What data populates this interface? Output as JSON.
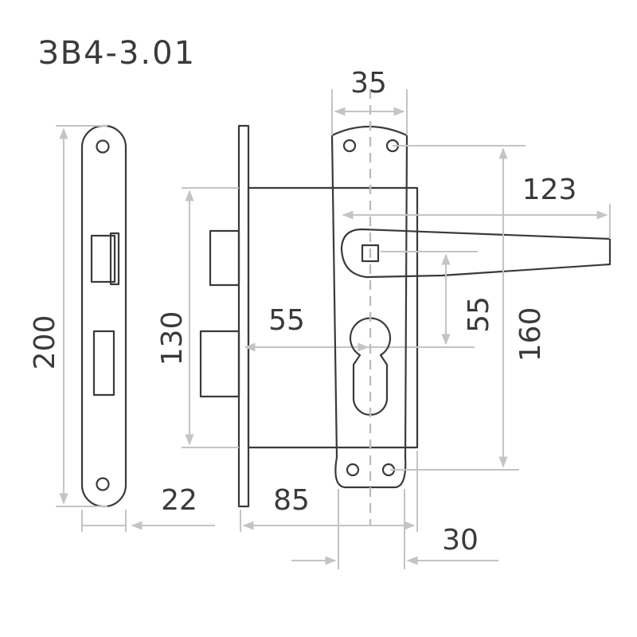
{
  "title": "ЗВ4-3.01",
  "dimensions": {
    "faceplate_height": "200",
    "faceplate_width": "22",
    "case_height": "130",
    "backset": "55",
    "case_depth": "85",
    "plate_width": "35",
    "handle_length": "123",
    "handle_to_cylinder": "55",
    "plate_height": "160",
    "handle_offset": "30"
  },
  "colors": {
    "outline": "#3a3a3a",
    "dimension_line": "#c4c4c4",
    "background": "#ffffff"
  }
}
